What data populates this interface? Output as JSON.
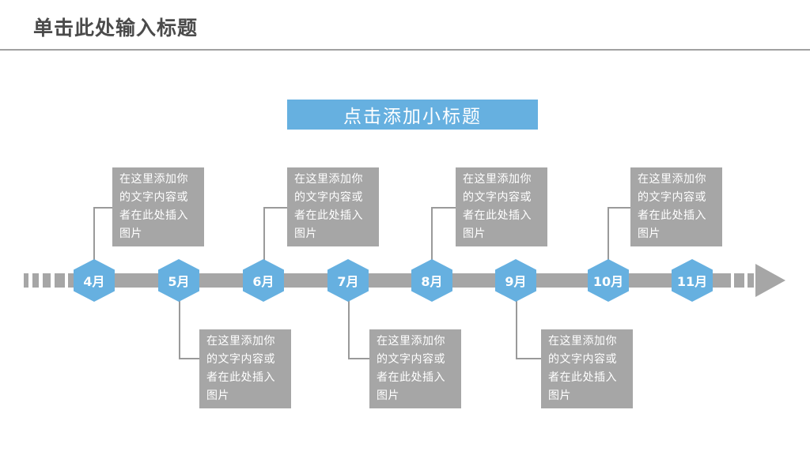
{
  "header": {
    "title": "单击此处输入标题"
  },
  "subtitle": {
    "text": "点击添加小标题"
  },
  "colors": {
    "accent_blue": "#66B0E0",
    "gray": "#A6A6A6",
    "title_gray": "#4A4A4A",
    "connector_gray": "#9A9A9A",
    "white": "#FFFFFF"
  },
  "timeline": {
    "body_text": "在这里添加你的文字内容或者在此处插入图片",
    "milestones": [
      {
        "label": "4月",
        "position": "above"
      },
      {
        "label": "5月",
        "position": "below"
      },
      {
        "label": "6月",
        "position": "above"
      },
      {
        "label": "7月",
        "position": "below"
      },
      {
        "label": "8月",
        "position": "above"
      },
      {
        "label": "9月",
        "position": "below"
      },
      {
        "label": "10月",
        "position": "above"
      },
      {
        "label": "11月",
        "position": "none"
      }
    ],
    "callouts": [
      {
        "text": "在这里添加你的文字内容或者在此处插入图片"
      },
      {
        "text": "在这里添加你的文字内容或者在此处插入图片"
      },
      {
        "text": "在这里添加你的文字内容或者在此处插入图片"
      },
      {
        "text": "在这里添加你的文字内容或者在此处插入图片"
      },
      {
        "text": "在这里添加你的文字内容或者在此处插入图片"
      },
      {
        "text": "在这里添加你的文字内容或者在此处插入图片"
      },
      {
        "text": "在这里添加你的文字内容或者在此处插入图片"
      }
    ]
  }
}
